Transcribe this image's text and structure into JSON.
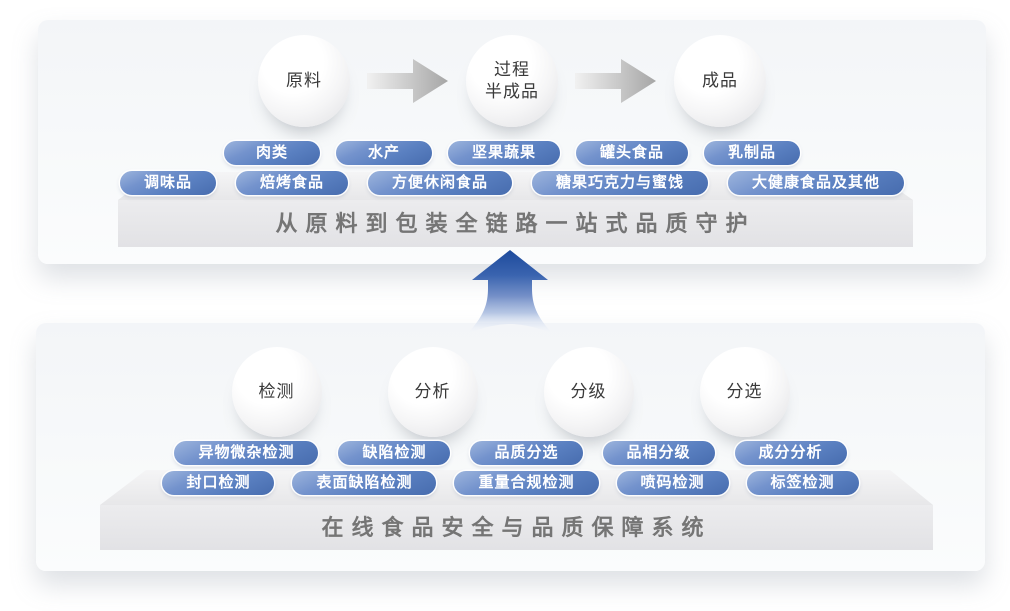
{
  "top_panel": {
    "stages": [
      {
        "lines": [
          "原料"
        ]
      },
      {
        "lines": [
          "过程",
          "半成品"
        ]
      },
      {
        "lines": [
          "成品"
        ]
      }
    ],
    "pills_row1": [
      "肉类",
      "水产",
      "坚果蔬果",
      "罐头食品",
      "乳制品"
    ],
    "pills_row2": [
      "调味品",
      "焙烤食品",
      "方便休闲食品",
      "糖果巧克力与蜜饯",
      "大健康食品及其他"
    ],
    "platform_title": "从原料到包装全链路一站式品质守护"
  },
  "bottom_panel": {
    "stages": [
      {
        "lines": [
          "检测"
        ]
      },
      {
        "lines": [
          "分析"
        ]
      },
      {
        "lines": [
          "分级"
        ]
      },
      {
        "lines": [
          "分选"
        ]
      }
    ],
    "pills_row1": [
      "异物微杂检测",
      "缺陷检测",
      "品质分选",
      "品相分级",
      "成分分析"
    ],
    "pills_row2": [
      "封口检测",
      "表面缺陷检测",
      "重量合规检测",
      "喷码检测",
      "标签检测"
    ],
    "platform_title": "在线食品安全与品质保障系统"
  },
  "icons": {
    "flow_arrow": "right-arrow",
    "upgrade_arrow": "up-arrow"
  },
  "colors": {
    "pill_blue_light": "#9db5dd",
    "pill_blue_dark": "#476cae",
    "up_arrow_blue": "#1d4a9c",
    "flow_arrow_gray": "#a6a6a6",
    "platform_gray": "#e8e8ea",
    "platform_text": "#757575",
    "stage_text": "#3a3a3a",
    "card_background": "#f6f8fa"
  }
}
